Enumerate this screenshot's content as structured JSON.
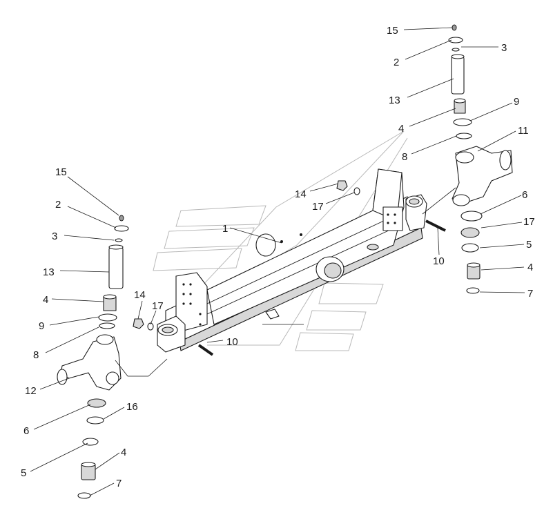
{
  "diagram": {
    "callouts": [
      {
        "id": "c15r",
        "label": "15"
      },
      {
        "id": "c3r",
        "label": "3"
      },
      {
        "id": "c2r",
        "label": "2"
      },
      {
        "id": "c13r",
        "label": "13"
      },
      {
        "id": "c9r",
        "label": "9"
      },
      {
        "id": "c4r_top",
        "label": "4"
      },
      {
        "id": "c11r",
        "label": "11"
      },
      {
        "id": "c8r",
        "label": "8"
      },
      {
        "id": "c14c",
        "label": "14"
      },
      {
        "id": "c17c",
        "label": "17"
      },
      {
        "id": "c6r",
        "label": "6"
      },
      {
        "id": "c17r",
        "label": "17"
      },
      {
        "id": "c1",
        "label": "1"
      },
      {
        "id": "c5r",
        "label": "5"
      },
      {
        "id": "c10r",
        "label": "10"
      },
      {
        "id": "c4r_bot",
        "label": "4"
      },
      {
        "id": "c7r",
        "label": "7"
      },
      {
        "id": "c15l",
        "label": "15"
      },
      {
        "id": "c2l",
        "label": "2"
      },
      {
        "id": "c3l",
        "label": "3"
      },
      {
        "id": "c13l",
        "label": "13"
      },
      {
        "id": "c14l",
        "label": "14"
      },
      {
        "id": "c4l_top",
        "label": "4"
      },
      {
        "id": "c17l",
        "label": "17"
      },
      {
        "id": "c9l",
        "label": "9"
      },
      {
        "id": "c10l",
        "label": "10"
      },
      {
        "id": "c8l",
        "label": "8"
      },
      {
        "id": "c12l",
        "label": "12"
      },
      {
        "id": "c16l",
        "label": "16"
      },
      {
        "id": "c6l",
        "label": "6"
      },
      {
        "id": "c4l_bot",
        "label": "4"
      },
      {
        "id": "c5l",
        "label": "5"
      },
      {
        "id": "c7l",
        "label": "7"
      }
    ]
  }
}
